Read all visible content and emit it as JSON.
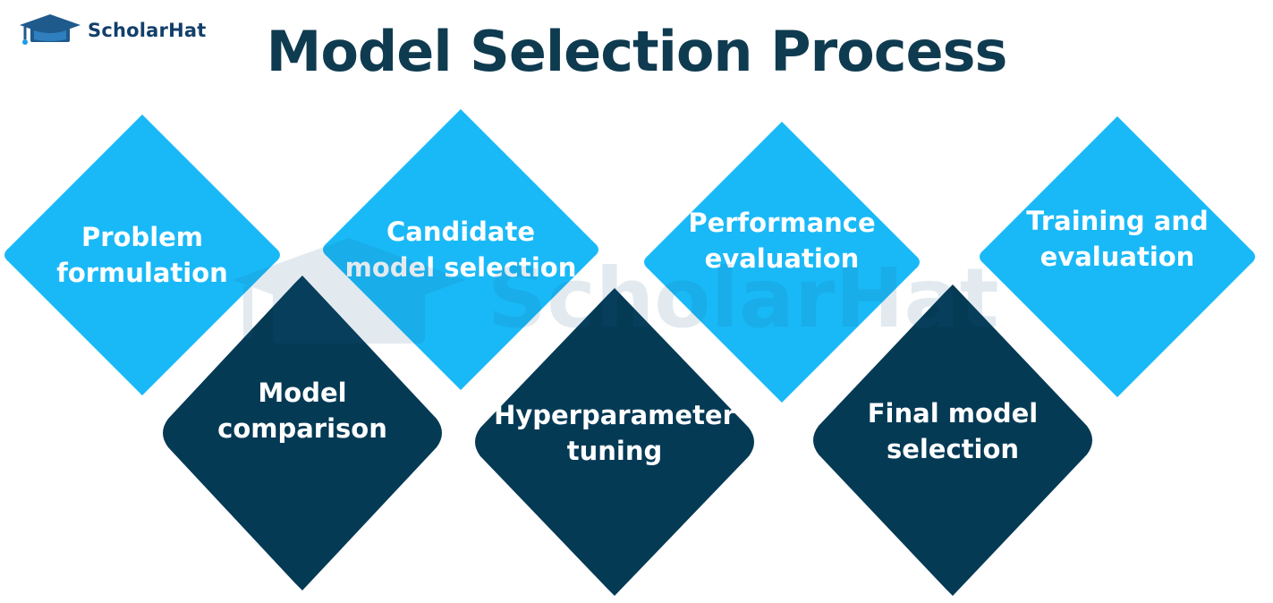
{
  "logo": {
    "text": "ScholarHat",
    "icon": "graduation-cap-icon"
  },
  "title": "Model Selection Process",
  "watermark": {
    "text": "ScholarHat"
  },
  "colors": {
    "light_diamond": "#19b9f7",
    "dark_diamond": "#053a55",
    "title": "#0f3b50",
    "logo_text": "#123f6b",
    "logo_icon": "#1e5a8c"
  },
  "steps": [
    {
      "label_line1": "Problem",
      "label_line2": "formulation",
      "tone": "light"
    },
    {
      "label_line1": "Model",
      "label_line2": "comparison",
      "tone": "dark"
    },
    {
      "label_line1": "Candidate",
      "label_line2": "model selection",
      "tone": "light"
    },
    {
      "label_line1": "Hyperparameter",
      "label_line2": "tuning",
      "tone": "dark"
    },
    {
      "label_line1": "Performance",
      "label_line2": "evaluation",
      "tone": "light"
    },
    {
      "label_line1": "Final model",
      "label_line2": "selection",
      "tone": "dark"
    },
    {
      "label_line1": "Training and",
      "label_line2": "evaluation",
      "tone": "light"
    }
  ]
}
